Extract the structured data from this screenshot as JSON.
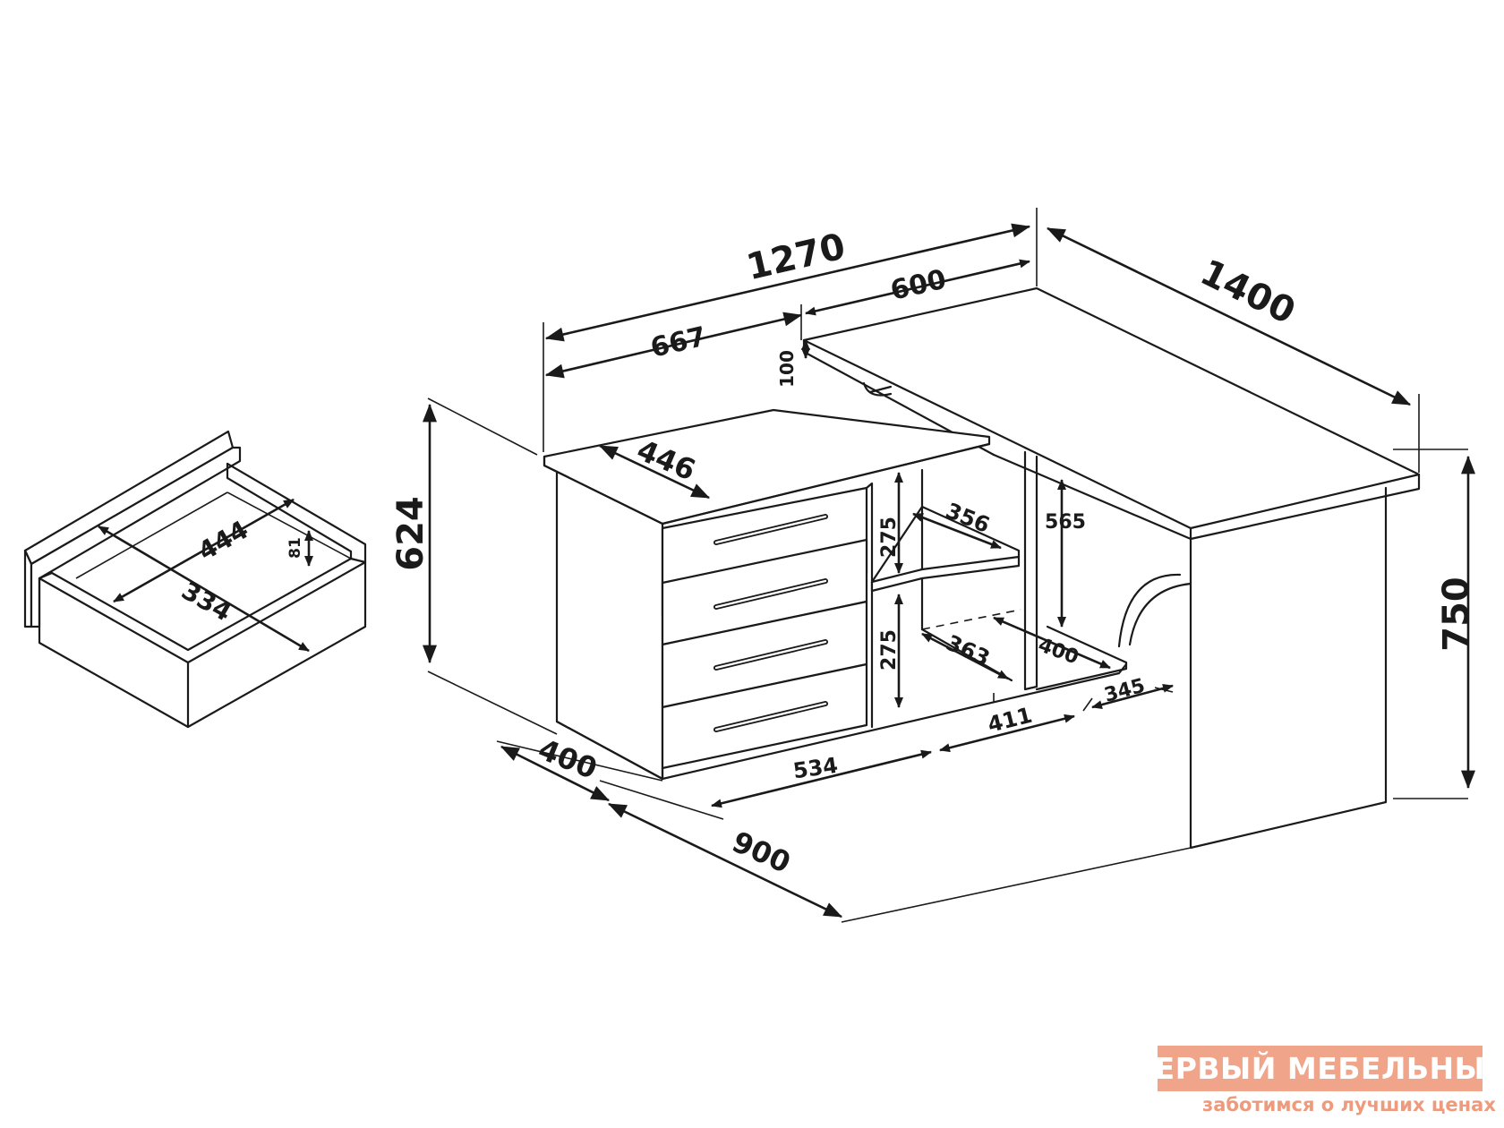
{
  "dimensions": {
    "total_width": "1270",
    "desk_depth": "1400",
    "cabinet_part": "667",
    "desk_part": "600",
    "top_offset": "100",
    "cabinet_top_depth": "446",
    "cabinet_height": "624",
    "desk_height": "750",
    "shelf_depth": "356",
    "upper_niche_height": "275",
    "lower_niche_height": "275",
    "open_section_height": "565",
    "bottom_shelf_depth": "363",
    "bottom_shelf_width": "400",
    "leg_offset": "345",
    "base_span": "411",
    "drawer_block_width": "534",
    "cabinet_depth": "400",
    "base_width": "900",
    "drawer_inner_width": "444",
    "drawer_inner_depth": "334",
    "drawer_inner_height": "81"
  },
  "brand": {
    "name": "ПЕРВЫЙ МЕБЕЛЬНЫЙ",
    "tagline": "заботимся о лучших ценах",
    "color": "#f0a58a"
  }
}
